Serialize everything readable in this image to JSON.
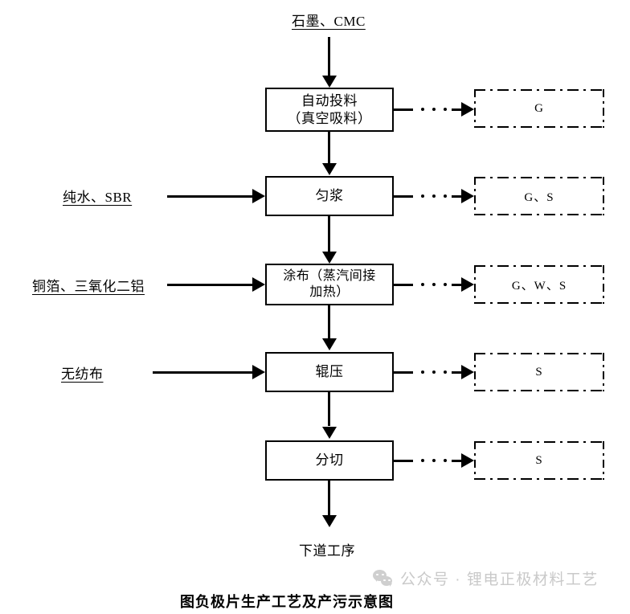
{
  "diagram": {
    "title_caption": "图负极片生产工艺及产污示意图",
    "top_input": "石墨、CMC",
    "bottom_output": "下道工序",
    "process_steps": [
      {
        "id": "step-1",
        "label_line1": "自动投料",
        "label_line2": "（真空吸料）"
      },
      {
        "id": "step-2",
        "label_line1": "匀浆",
        "label_line2": ""
      },
      {
        "id": "step-3",
        "label_line1": "涂布（蒸汽间接",
        "label_line2": "加热）"
      },
      {
        "id": "step-4",
        "label_line1": "辊压",
        "label_line2": ""
      },
      {
        "id": "step-5",
        "label_line1": "分切",
        "label_line2": ""
      }
    ],
    "side_inputs": [
      {
        "id": "input-2",
        "label": "纯水、SBR"
      },
      {
        "id": "input-3",
        "label": "铜箔、三氧化二铝"
      },
      {
        "id": "input-4",
        "label": "无纺布"
      }
    ],
    "pollutant_outputs": [
      {
        "id": "waste-1",
        "label": "G"
      },
      {
        "id": "waste-2",
        "label": "G、S"
      },
      {
        "id": "waste-3",
        "label": "G、W、S"
      },
      {
        "id": "waste-4",
        "label": "S"
      },
      {
        "id": "waste-5",
        "label": "S"
      }
    ]
  },
  "watermark": {
    "text": "公众号 · 锂电正极材料工艺",
    "logo_name": "wechat-logo"
  },
  "colors": {
    "stroke": "#000000",
    "background": "#ffffff",
    "watermark": "#c9c9c9"
  }
}
